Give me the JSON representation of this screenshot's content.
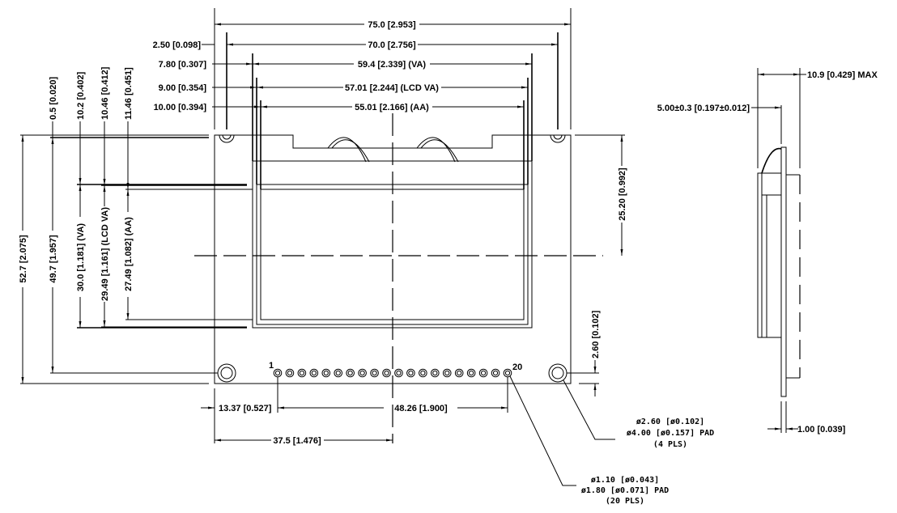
{
  "top_dims": {
    "overall_width": "75.0 [2.953]",
    "hole_pitch": "70.0 [2.756]",
    "va_width": "59.4 [2.339] (VA)",
    "lcd_va_width": "57.01 [2.244] (LCD VA)",
    "aa_width": "55.01 [2.166] (AA)",
    "hole_offset": "2.50 [0.098]",
    "va_offset": "7.80 [0.307]",
    "lcd_va_offset": "9.00 [0.354]",
    "aa_offset": "10.00 [0.394]"
  },
  "left_dims": {
    "overall_height": "52.7 [2.075]",
    "hole_pitch_v": "49.7 [1.957]",
    "va_height": "30.0 [1.181] (VA)",
    "lcd_va_height": "29.49 [1.161] (LCD VA)",
    "aa_height": "27.49 [1.082] (AA)",
    "hole_offset_v": "0.5 [0.020]",
    "va_offset_v": "10.2 [0.402]",
    "lcd_va_offset_v": "10.46 [0.412]",
    "aa_offset_v": "11.46 [0.451]"
  },
  "right_dims": {
    "center_height": "25.20 [0.992]",
    "pin_offset": "2.60 [0.102]"
  },
  "bottom_dims": {
    "pin1_offset": "13.37 [0.527]",
    "pin_span": "48.26 [1.900]",
    "center_offset": "37.5 [1.476]"
  },
  "pins": {
    "first_label": "1",
    "last_label": "20",
    "count": 20
  },
  "callouts": {
    "mount_hole": [
      "ø2.60 [ø0.102]",
      "ø4.00 [ø0.157] PAD",
      "(4 PLS)"
    ],
    "pin_hole": [
      "ø1.10 [ø0.043]",
      "ø1.80 [ø0.071] PAD",
      "(20 PLS)"
    ]
  },
  "side_view": {
    "max_thickness": "10.9 [0.429] MAX",
    "module_thickness": "5.00±0.3 [0.197±0.012]",
    "pcb_thickness": "1.00 [0.039]"
  }
}
